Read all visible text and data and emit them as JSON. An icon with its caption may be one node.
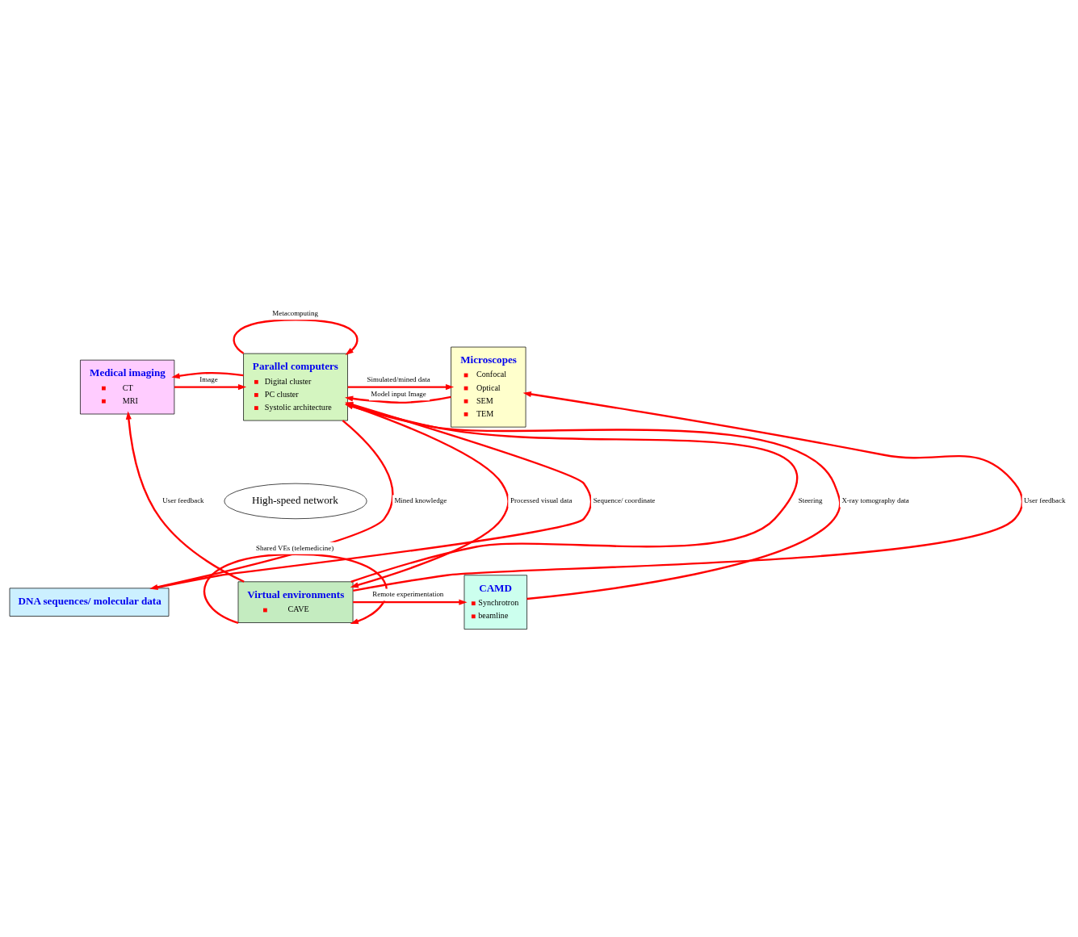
{
  "diagram": {
    "nodes": [
      {
        "text": [
          "Medical imaging",
          "CT",
          "MRI"
        ]
      },
      {
        "text": [
          "Parallel computers",
          "Digital cluster",
          "PC cluster",
          "Systolic architecture"
        ]
      },
      {
        "text": [
          "Microscopes",
          "Confocal",
          "Optical",
          "SEM",
          "TEM"
        ]
      },
      {
        "text": [
          "High-speed network"
        ]
      },
      {
        "text": [
          "DNA sequences/ molecular data"
        ]
      },
      {
        "text": [
          "Virtual environments",
          "CAVE"
        ]
      },
      {
        "text": [
          "CAMD",
          "Synchrotron",
          "beamline"
        ]
      }
    ],
    "edges": [
      {
        "from": 1,
        "to": 1,
        "arrow": "to",
        "label": "Metacomputing"
      },
      {
        "from": 0,
        "to": 1,
        "arrow": "to",
        "label": "Image"
      },
      {
        "from": 1,
        "to": 0,
        "arrow": "to"
      },
      {
        "from": 2,
        "to": 1,
        "arrow": "to",
        "label": "Model input Image"
      },
      {
        "from": 1,
        "to": 2,
        "arrow": "to",
        "label": "Simulated/mined data"
      },
      {
        "from": 5,
        "to": 0,
        "arrow": "to",
        "label": "User feedback"
      },
      {
        "from": 5,
        "to": 2,
        "arrow": "to",
        "label": "User feedback"
      },
      {
        "from": 5,
        "to": 1,
        "arrow": "to",
        "label": "Steering"
      },
      {
        "from": 1,
        "to": 5,
        "arrow": "to",
        "label": "Processed visual data"
      },
      {
        "from": 4,
        "to": 1,
        "arrow": "to",
        "label": "Sequence/ coordinate"
      },
      {
        "from": 1,
        "to": 4,
        "arrow": "to",
        "label": "Mined knowledge"
      },
      {
        "from": 6,
        "to": 1,
        "arrow": "to",
        "label": "X-ray tomography data"
      },
      {
        "from": 5,
        "to": 6,
        "arrow": "to",
        "label": "Remote experimentation"
      },
      {
        "from": 5,
        "to": 5,
        "arrow": "to",
        "label": "Shared VEs (telemedicine)"
      }
    ]
  }
}
